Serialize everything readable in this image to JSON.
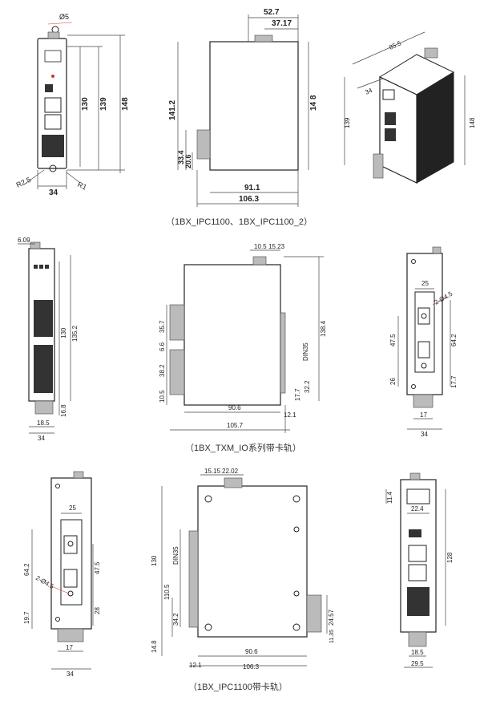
{
  "captions": [
    "（1BX_IPC1100、1BX_IPC1100_2）",
    "（1BX_TXM_IO系列带卡轨）",
    "（1BX_IPC1100带卡轨）"
  ],
  "section1": {
    "front": {
      "dia": "Ø5",
      "h130": "130",
      "h139": "139",
      "h148": "148",
      "r25": "R2.5",
      "r1": "R1",
      "w34": "34"
    },
    "side": {
      "w52": "52.7",
      "w37": "37.17",
      "h141": "141.2",
      "h148": "14 8",
      "d33": "33.4",
      "d20": "20.6",
      "w91": "91.1",
      "w106": "106.3"
    },
    "iso": {
      "t1": "85.5",
      "t2": "34",
      "t3": "139",
      "t4": "148"
    }
  },
  "section2": {
    "front": {
      "t609": "6.09",
      "h130": "130",
      "h135": "135.2",
      "h168": "16.8",
      "w185": "18.5",
      "w34": "34"
    },
    "side": {
      "t105": "10.5",
      "t1523": "15.23",
      "h357": "35.7",
      "h66": "6.6",
      "h382": "38.2",
      "h105b": "10.5",
      "w906": "90.6",
      "w1057": "105.7",
      "w121": "12.1",
      "din": "DIN35",
      "h1384": "138.4",
      "h177": "17.7",
      "h322": "32.2"
    },
    "back": {
      "w25": "25",
      "hole": "2-Ø4.5",
      "h475": "47.5",
      "h642": "64.2",
      "h26": "26",
      "h177": "17.7",
      "w17": "17",
      "w34": "34"
    }
  },
  "section3": {
    "back": {
      "w25": "25",
      "h642": "64.2",
      "h475": "47.5",
      "hole": "2-Ø4.5",
      "h197": "19.7",
      "h28": "28",
      "w17": "17",
      "w34": "34"
    },
    "side": {
      "t1515": "15.15",
      "t2202": "22.02",
      "h130": "130",
      "din": "DIN35",
      "h1105": "110.5",
      "h342": "34.2",
      "h148": "14.8",
      "w121": "12.1",
      "w906": "90.6",
      "w1063": "106.3",
      "h2457": "24.57",
      "h1135": "11.35"
    },
    "front": {
      "h114": "11.4",
      "w224": "22.4",
      "h128": "128",
      "w185": "18.5",
      "w295": "29.5"
    }
  }
}
